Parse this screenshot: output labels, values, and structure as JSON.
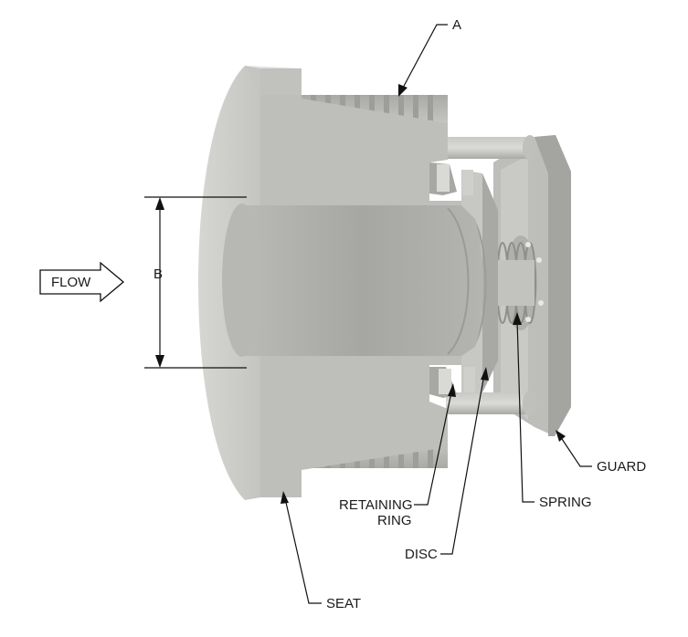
{
  "labels": {
    "flow": "FLOW",
    "dimension_a": "A",
    "dimension_b": "B",
    "guard": "GUARD",
    "spring": "SPRING",
    "retaining_ring_line1": "RETAINING",
    "retaining_ring_line2": "RING",
    "disc": "DISC",
    "seat": "SEAT"
  },
  "colors": {
    "body_light": "#c9c9c6",
    "body_mid": "#b3b3b0",
    "body_dark": "#9a9a97",
    "bore": "#a9a9a6",
    "line": "#111111"
  }
}
